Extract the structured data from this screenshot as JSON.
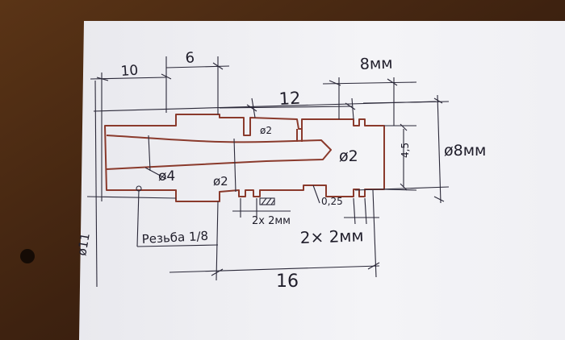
{
  "sketch": {
    "dimensions": {
      "len_10": "10",
      "len_6": "6",
      "len_12": "12",
      "len_8mm": "8мм",
      "len_16": "16",
      "dia_8mm": "ø8мм",
      "dim_4_5": "4,5",
      "dia_4": "ø4",
      "dia_2_bore": "ø2",
      "dia_2_small": "ø2",
      "dia_2_right": "ø2",
      "dim_0_25": "0,25",
      "groove_2x2": "2x 2мм",
      "groove_2x2_large": "2× 2мм",
      "dia_11": "ø11",
      "thread": "Резьба 1/8"
    },
    "colors": {
      "paper": "#f3f3f6",
      "ink": "#1f1d2a",
      "red_ink": "#8a3a2c",
      "table": "#3a200f"
    }
  }
}
